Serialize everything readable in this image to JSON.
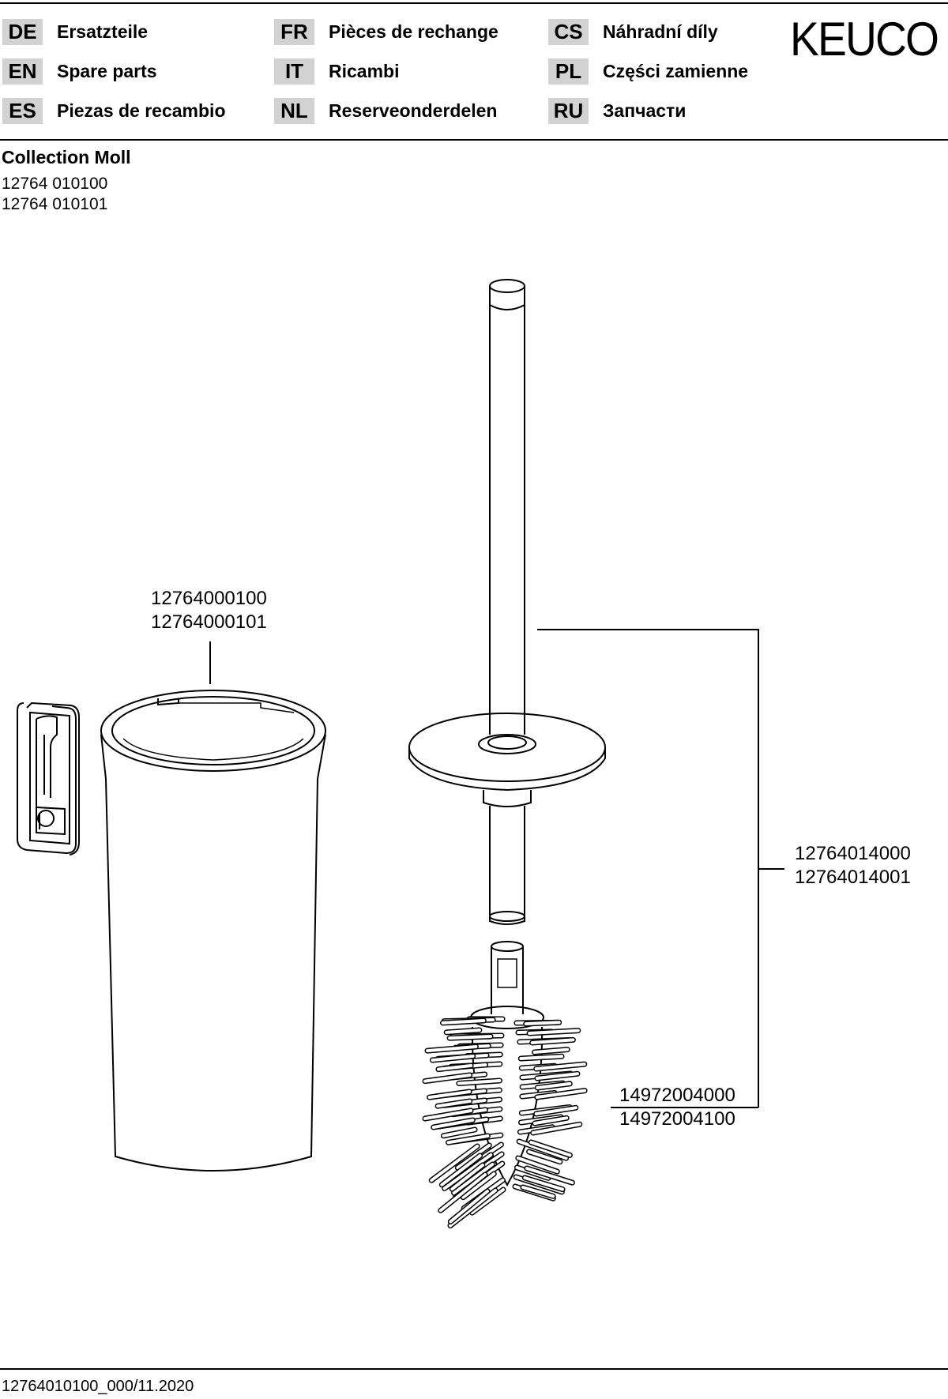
{
  "languages": [
    {
      "code": "DE",
      "label": "Ersatzteile"
    },
    {
      "code": "EN",
      "label": "Spare parts"
    },
    {
      "code": "ES",
      "label": "Piezas de recambio"
    },
    {
      "code": "FR",
      "label": "Pièces de rechange"
    },
    {
      "code": "IT",
      "label": "Ricambi"
    },
    {
      "code": "NL",
      "label": "Reserveonderdelen"
    },
    {
      "code": "CS",
      "label": "Náhradní díly"
    },
    {
      "code": "PL",
      "label": "Części zamienne"
    },
    {
      "code": "RU",
      "label": "Запчасти"
    }
  ],
  "brand": "KEUCO",
  "collection": "Collection Moll",
  "article_numbers": [
    "12764 010100",
    "12764 010101"
  ],
  "parts": {
    "container": [
      "12764000100",
      "12764000101"
    ],
    "handle": [
      "12764014000",
      "12764014001"
    ],
    "brush_head": [
      "14972004000",
      "14972004100"
    ]
  },
  "footer": "12764010100_000/11.2020"
}
